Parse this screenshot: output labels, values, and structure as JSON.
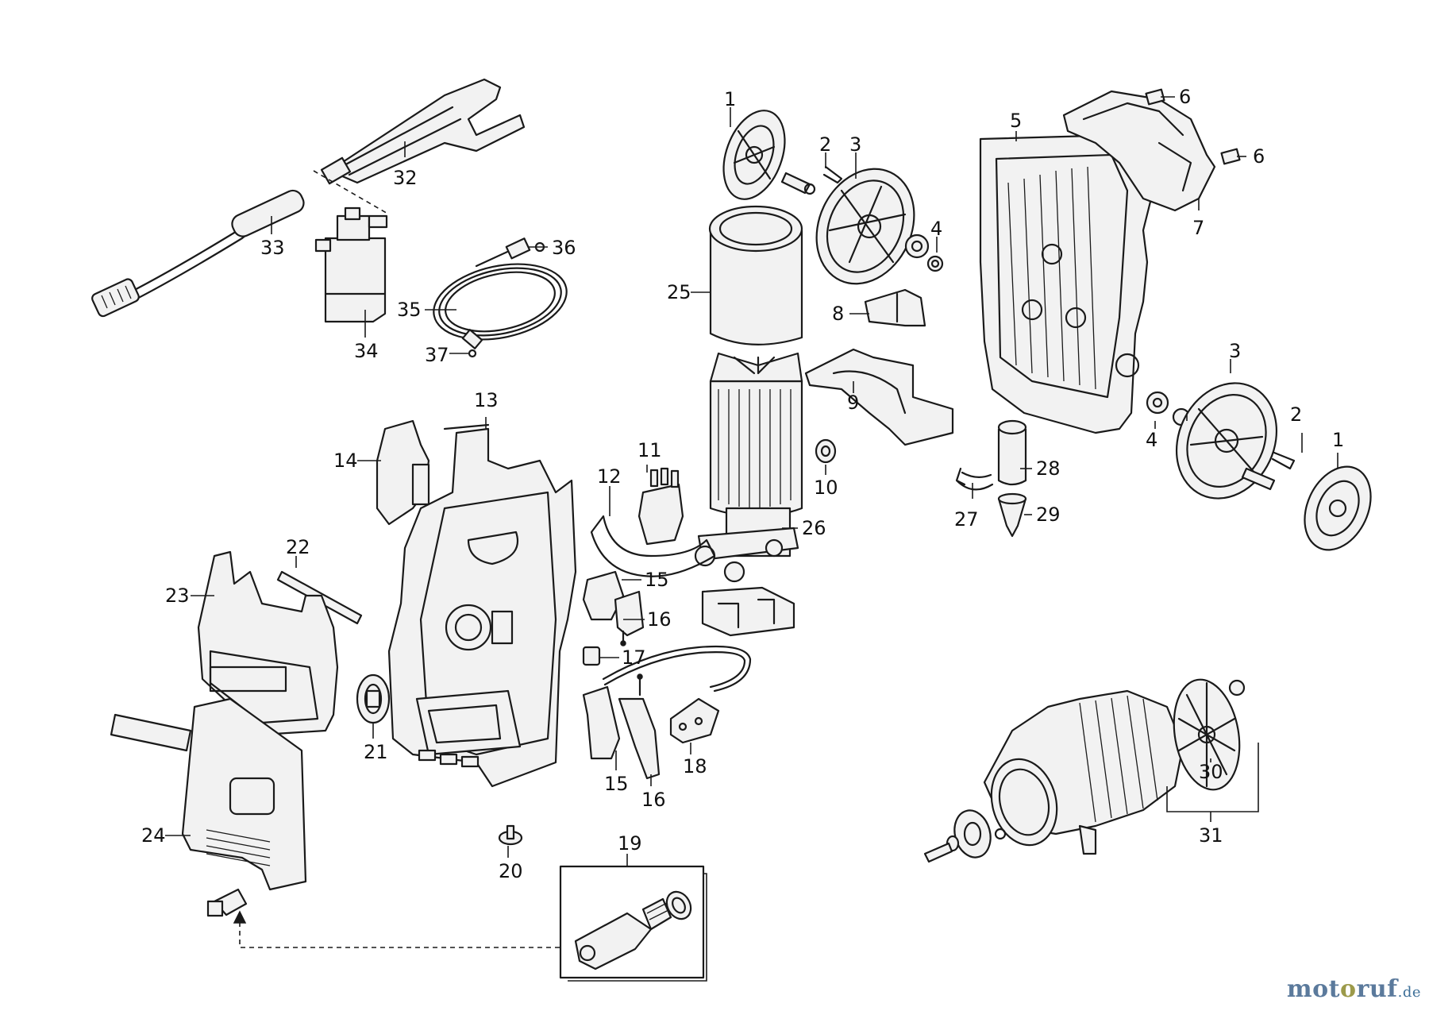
{
  "callouts": {
    "c1a": "1",
    "c1b": "1",
    "c2a": "2",
    "c2b": "2",
    "c3a": "3",
    "c3b": "3",
    "c4a": "4",
    "c4b": "4",
    "c5": "5",
    "c6a": "6",
    "c6b": "6",
    "c7": "7",
    "c8": "8",
    "c9": "9",
    "c10": "10",
    "c11": "11",
    "c12": "12",
    "c13": "13",
    "c14": "14",
    "c15a": "15",
    "c15b": "15",
    "c16a": "16",
    "c16b": "16",
    "c17": "17",
    "c18": "18",
    "c19": "19",
    "c20": "20",
    "c21": "21",
    "c22": "22",
    "c23": "23",
    "c24": "24",
    "c25": "25",
    "c26": "26",
    "c27": "27",
    "c28": "28",
    "c29": "29",
    "c30": "30",
    "c31": "31",
    "c32": "32",
    "c33": "33",
    "c34": "34",
    "c35": "35",
    "c36": "36",
    "c37": "37"
  },
  "watermark": {
    "part1": "mot",
    "part2": "o",
    "part3": "ruf",
    "part4": ".de"
  },
  "icons": {
    "logo": "motoruf-wordmark-icon"
  },
  "colors": {
    "line": "#1a1a1a",
    "background": "#ffffff",
    "brand_blue": "#5b7a9c",
    "brand_olive": "#9c9a4a"
  }
}
